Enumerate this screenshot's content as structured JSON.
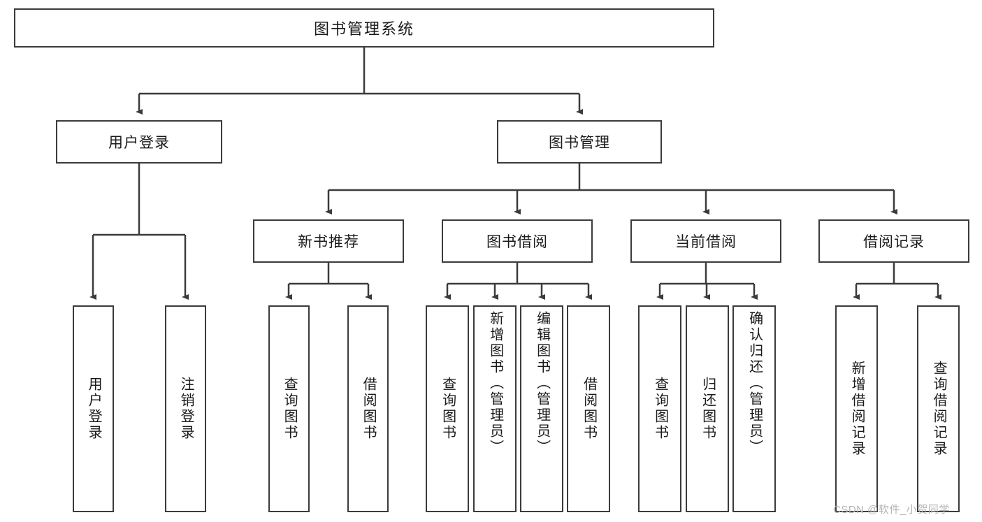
{
  "diagram": {
    "type": "tree-hierarchy",
    "title": "图书管理系统",
    "stroke_color": "#3b3b3b",
    "text_color": "#1a1a1a",
    "background": "#ffffff"
  },
  "root": {
    "label": "图书管理系统"
  },
  "level1": [
    {
      "id": "user-login",
      "label": "用户登录"
    },
    {
      "id": "book-management",
      "label": "图书管理"
    }
  ],
  "level2": [
    {
      "id": "new-book-recommend",
      "label": "新书推荐"
    },
    {
      "id": "book-borrow",
      "label": "图书借阅"
    },
    {
      "id": "current-borrow",
      "label": "当前借阅"
    },
    {
      "id": "borrow-record",
      "label": "借阅记录"
    }
  ],
  "leaves": {
    "user_login": [
      {
        "id": "leaf-user-login",
        "label": "用户登录"
      },
      {
        "id": "leaf-logout-login",
        "label": "注销登录"
      }
    ],
    "new_book_recommend": [
      {
        "id": "leaf-query-book-1",
        "label": "查询图书"
      },
      {
        "id": "leaf-borrow-book-1",
        "label": "借阅图书"
      }
    ],
    "book_borrow": [
      {
        "id": "leaf-query-book-2",
        "label": "查询图书"
      },
      {
        "id": "leaf-add-book",
        "label": "新增图书（管理员）"
      },
      {
        "id": "leaf-edit-book",
        "label": "编辑图书（管理员）"
      },
      {
        "id": "leaf-borrow-book-2",
        "label": "借阅图书"
      }
    ],
    "current_borrow": [
      {
        "id": "leaf-query-book-3",
        "label": "查询图书"
      },
      {
        "id": "leaf-return-book",
        "label": "归还图书"
      },
      {
        "id": "leaf-confirm-return",
        "label": "确认归还（管理员）"
      }
    ],
    "borrow_record": [
      {
        "id": "leaf-add-record",
        "label": "新增借阅记录"
      },
      {
        "id": "leaf-query-record",
        "label": "查询借阅记录"
      }
    ]
  },
  "watermark": {
    "text": "CSDN @软件_小贺同学"
  }
}
